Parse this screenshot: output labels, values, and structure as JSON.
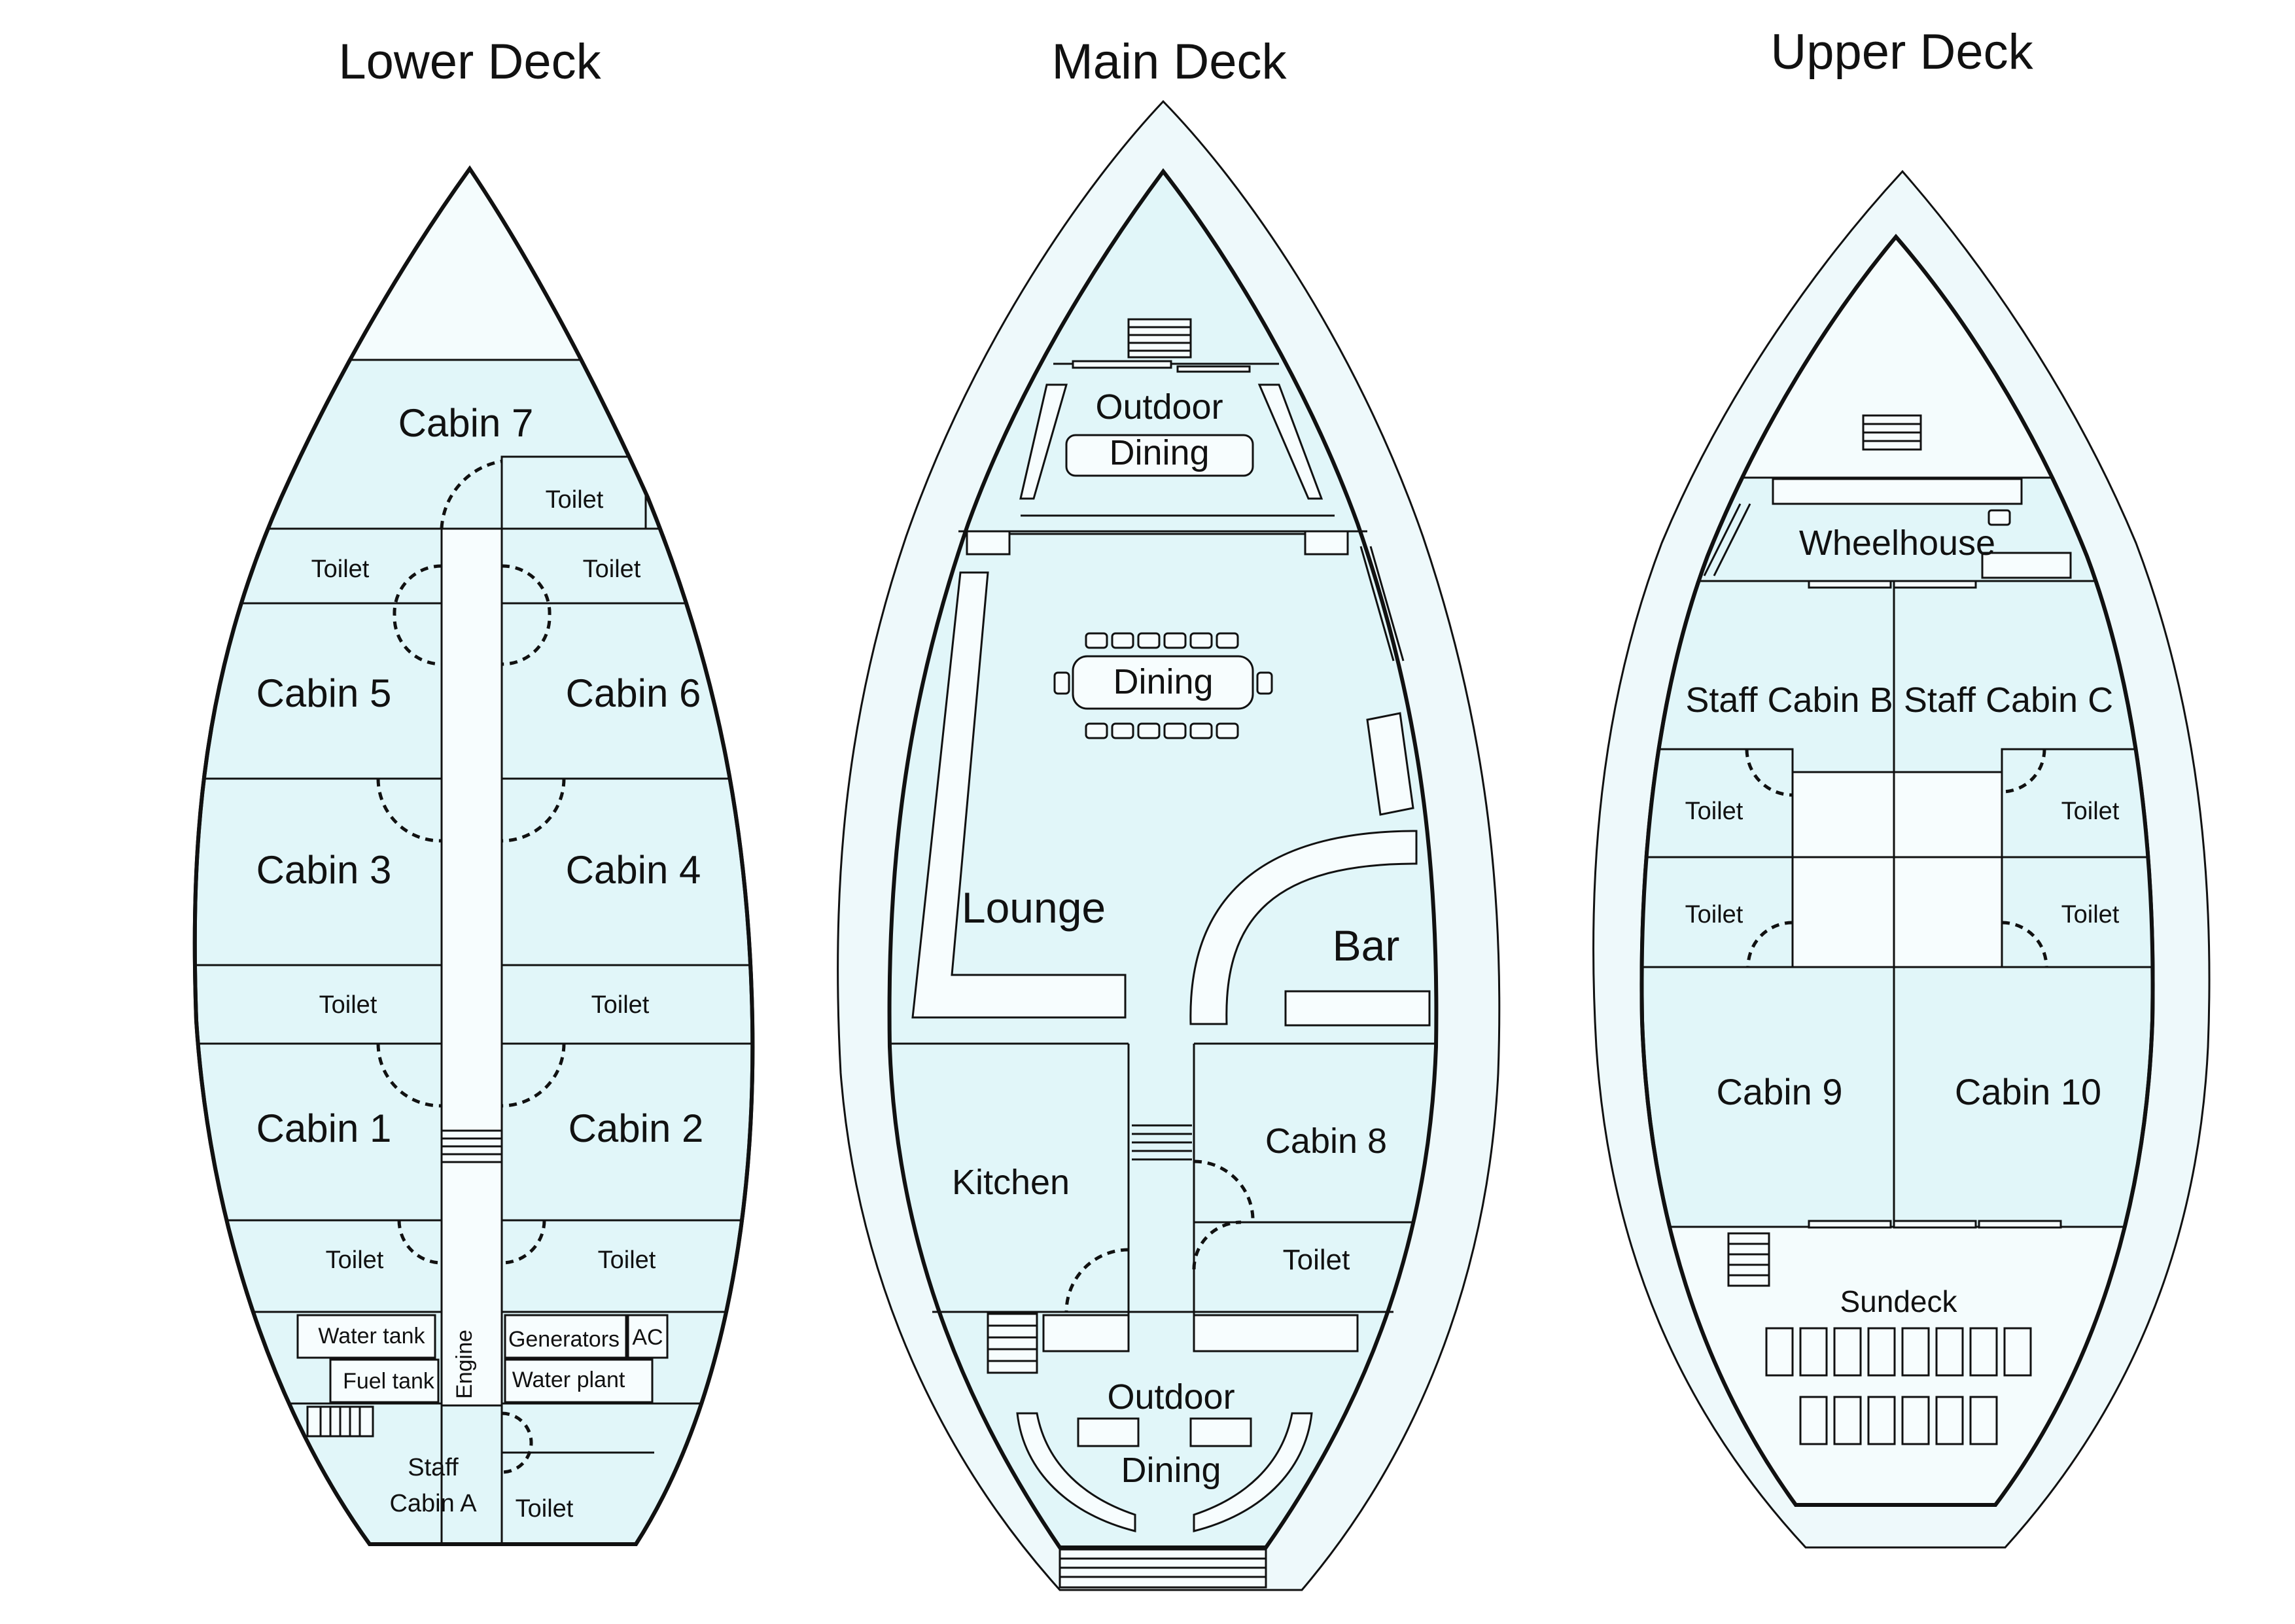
{
  "lower_deck": {
    "title": "Lower Deck",
    "cabin7": "Cabin 7",
    "toilet_a": "Toilet",
    "toilet_b": "Toilet",
    "toilet_c": "Toilet",
    "cabin5": "Cabin 5",
    "cabin6": "Cabin 6",
    "cabin3": "Cabin 3",
    "cabin4": "Cabin 4",
    "toilet_d": "Toilet",
    "toilet_e": "Toilet",
    "cabin1": "Cabin 1",
    "cabin2": "Cabin 2",
    "toilet_f": "Toilet",
    "toilet_g": "Toilet",
    "water_tank": "Water tank",
    "fuel_tank": "Fuel tank",
    "engine": "Engine",
    "generators": "Generators",
    "ac": "AC",
    "water_plant": "Water plant",
    "staff_cabin_a_1": "Staff",
    "staff_cabin_a_2": "Cabin A",
    "toilet_h": "Toilet"
  },
  "main_deck": {
    "title": "Main Deck",
    "outdoor_top": "Outdoor",
    "dining_top": "Dining",
    "dining": "Dining",
    "lounge": "Lounge",
    "bar": "Bar",
    "kitchen": "Kitchen",
    "cabin8": "Cabin 8",
    "toilet": "Toilet",
    "outdoor_bottom": "Outdoor",
    "dining_bottom": "Dining"
  },
  "upper_deck": {
    "title": "Upper Deck",
    "wheelhouse": "Wheelhouse",
    "staff_cabin_b": "Staff Cabin B",
    "staff_cabin_c": "Staff Cabin C",
    "toilet_a": "Toilet",
    "toilet_b": "Toilet",
    "toilet_c": "Toilet",
    "toilet_d": "Toilet",
    "cabin9": "Cabin 9",
    "cabin10": "Cabin 10",
    "sundeck": "Sundeck"
  },
  "colors": {
    "room_fill": "#e1f6f9",
    "stroke": "#111111"
  }
}
